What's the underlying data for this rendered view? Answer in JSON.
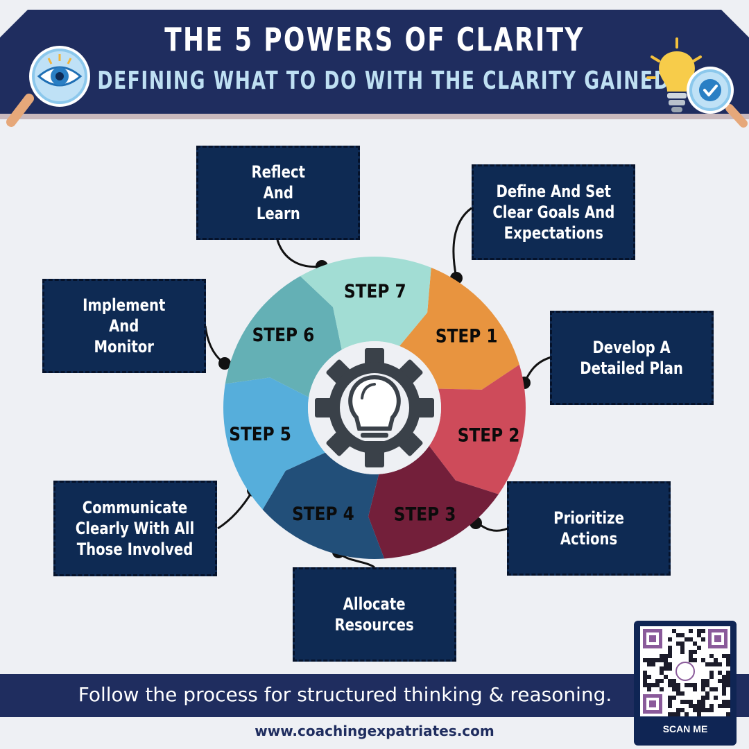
{
  "header": {
    "title": "THE 5 POWERS OF CLARITY",
    "subtitle": "DEFINING WHAT TO DO WITH THE CLARITY GAINED"
  },
  "icons": {
    "left": "eye-magnifier-icon",
    "right": "lightbulb-check-icon",
    "center": "gear-lightbulb-icon"
  },
  "steps": [
    {
      "label": "STEP 1",
      "text": "Define And Set\nClear Goals And\nExpectations",
      "color": "#e8943f"
    },
    {
      "label": "STEP 2",
      "text": "Develop A\nDetailed Plan",
      "color": "#ce4b5a"
    },
    {
      "label": "STEP 3",
      "text": "Prioritize\nActions",
      "color": "#731f3a"
    },
    {
      "label": "STEP 4",
      "text": "Allocate\nResources",
      "color": "#224f79"
    },
    {
      "label": "STEP 5",
      "text": "Communicate\nClearly With All\nThose Involved",
      "color": "#56aedb"
    },
    {
      "label": "STEP 6",
      "text": "Implement\nAnd\nMonitor",
      "color": "#64b0b5"
    },
    {
      "label": "STEP 7",
      "text": "Reflect\nAnd\nLearn",
      "color": "#a2ddd4"
    }
  ],
  "footer": {
    "tagline": "Follow the process for structured thinking & reasoning.",
    "website": "www.coachingexpatriates.com",
    "qr_label": "SCAN ME"
  }
}
